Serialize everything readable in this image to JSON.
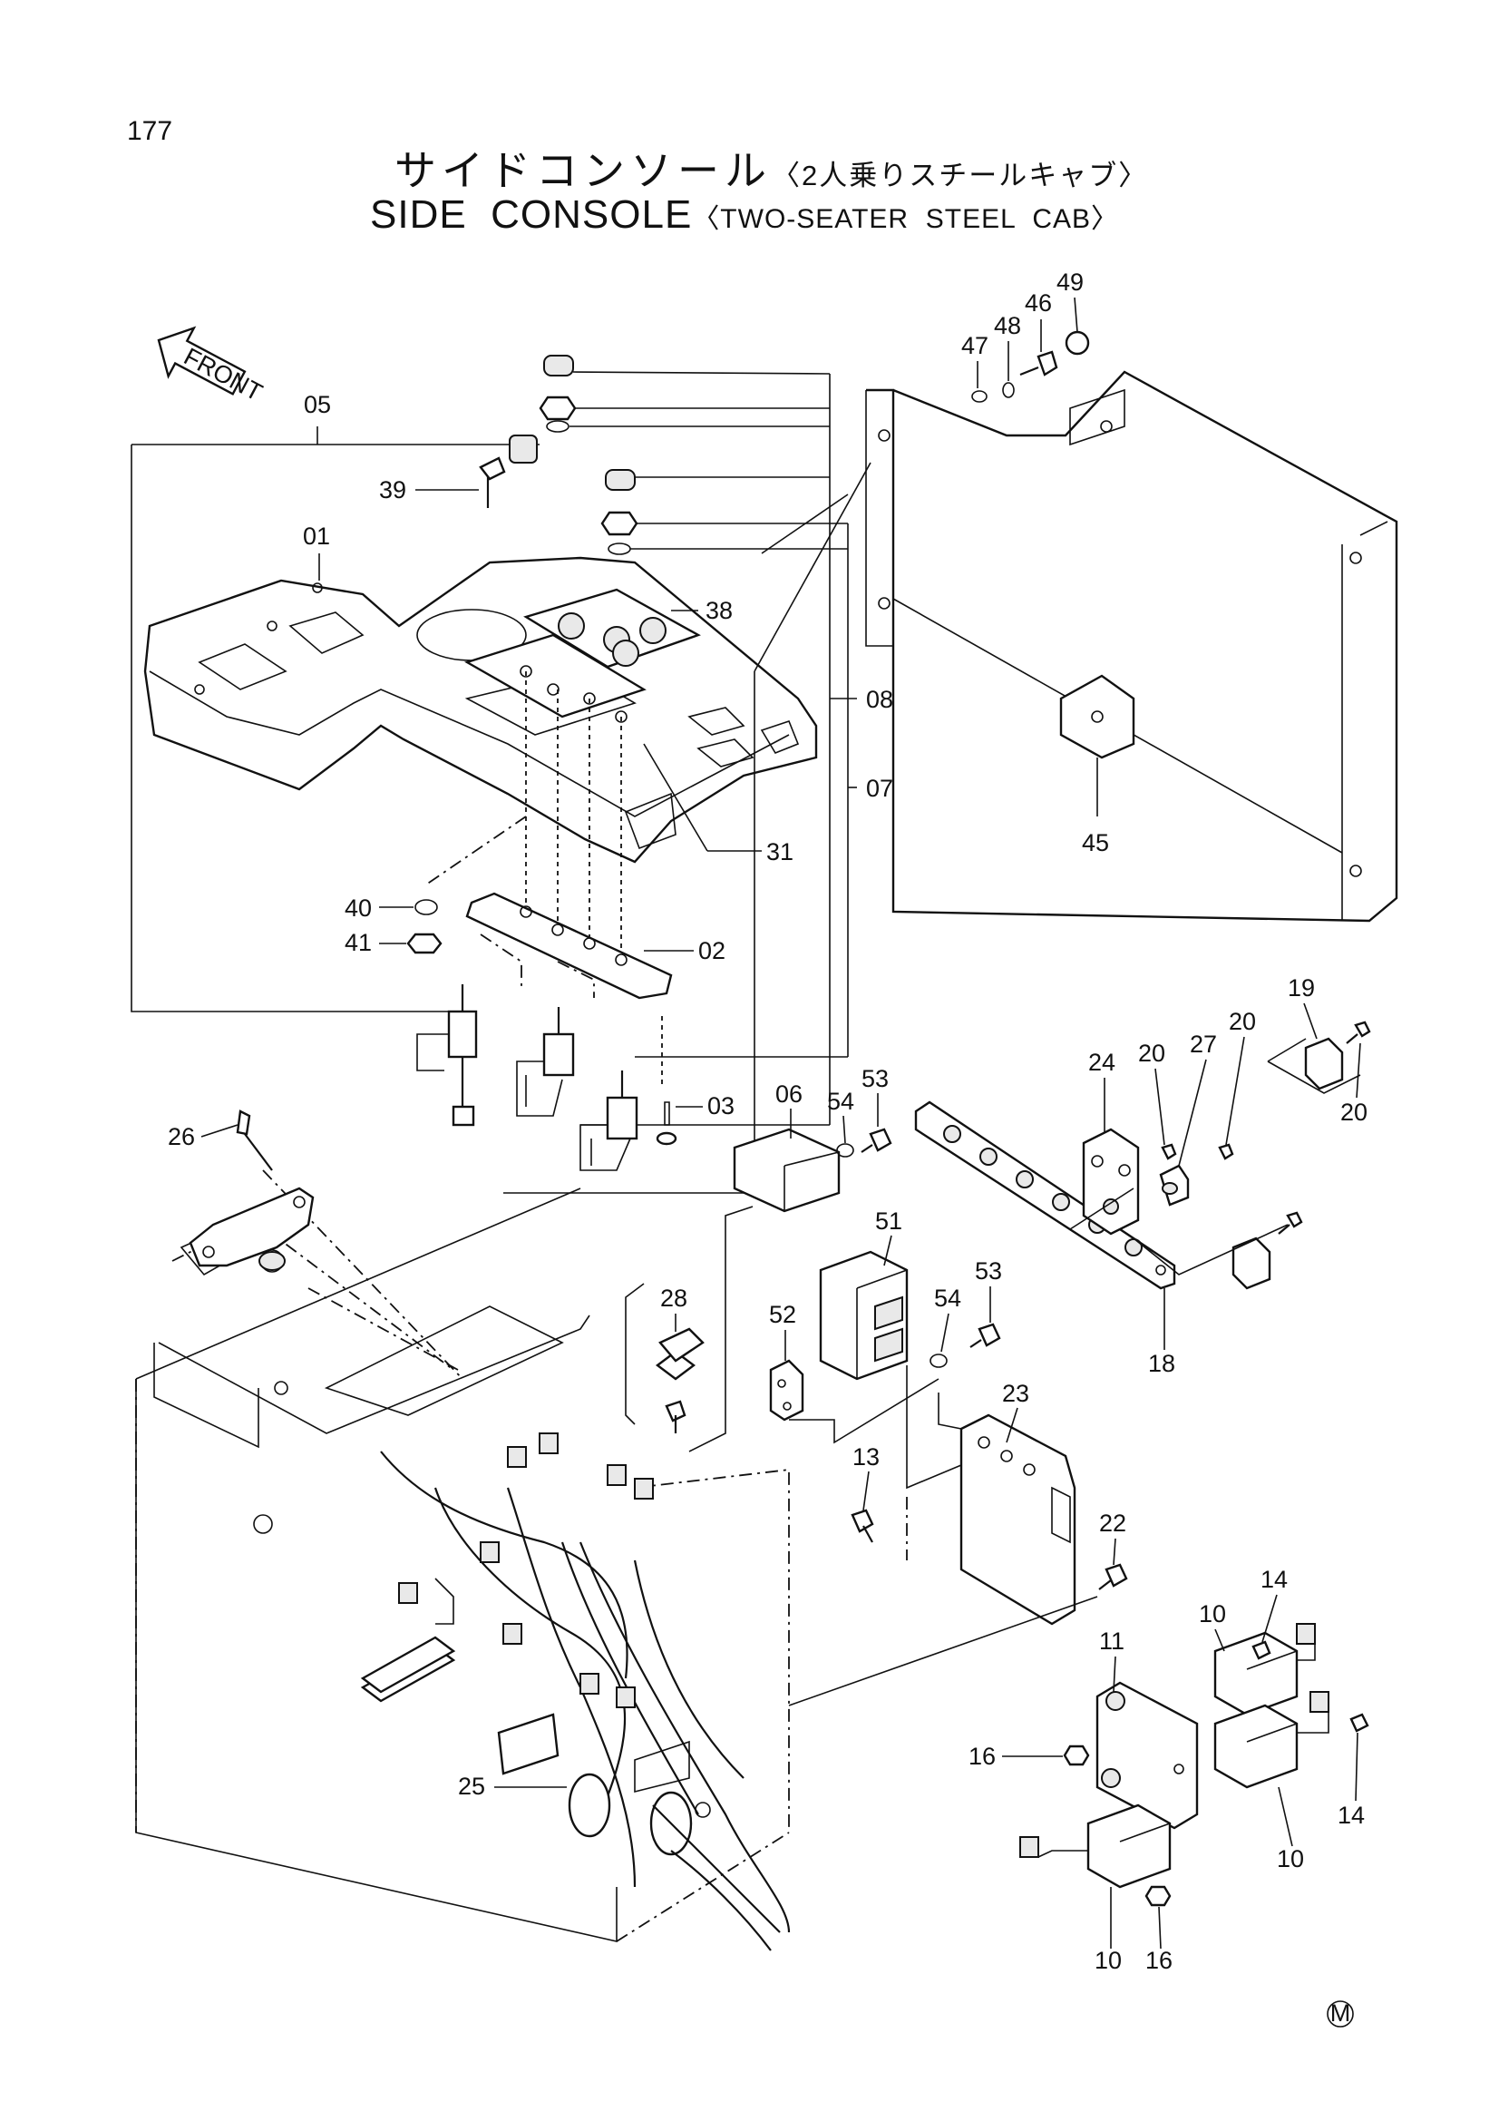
{
  "page": {
    "number": "177",
    "title_ja": "サイドコンソール",
    "subtitle_ja": "〈2人乗りスチールキャブ〉",
    "title_en": "SIDE  CONSOLE",
    "subtitle_en": "〈TWO-SEATER  STEEL  CAB〉"
  },
  "diagram": {
    "direction_label": "FRONT",
    "mark": "M",
    "callouts": [
      {
        "id": "05",
        "label": "05"
      },
      {
        "id": "39",
        "label": "39"
      },
      {
        "id": "01",
        "label": "01"
      },
      {
        "id": "38",
        "label": "38"
      },
      {
        "id": "08",
        "label": "08"
      },
      {
        "id": "07",
        "label": "07"
      },
      {
        "id": "31",
        "label": "31"
      },
      {
        "id": "40",
        "label": "40"
      },
      {
        "id": "41",
        "label": "41"
      },
      {
        "id": "02",
        "label": "02"
      },
      {
        "id": "03",
        "label": "03"
      },
      {
        "id": "47",
        "label": "47"
      },
      {
        "id": "48",
        "label": "48"
      },
      {
        "id": "46",
        "label": "46"
      },
      {
        "id": "49",
        "label": "49"
      },
      {
        "id": "45",
        "label": "45"
      },
      {
        "id": "06",
        "label": "06"
      },
      {
        "id": "54a",
        "label": "54"
      },
      {
        "id": "53a",
        "label": "53"
      },
      {
        "id": "26",
        "label": "26"
      },
      {
        "id": "51",
        "label": "51"
      },
      {
        "id": "53b",
        "label": "53"
      },
      {
        "id": "54b",
        "label": "54"
      },
      {
        "id": "28",
        "label": "28"
      },
      {
        "id": "52",
        "label": "52"
      },
      {
        "id": "24",
        "label": "24"
      },
      {
        "id": "20a",
        "label": "20"
      },
      {
        "id": "27",
        "label": "27"
      },
      {
        "id": "20b",
        "label": "20"
      },
      {
        "id": "19",
        "label": "19"
      },
      {
        "id": "20c",
        "label": "20"
      },
      {
        "id": "18",
        "label": "18"
      },
      {
        "id": "23",
        "label": "23"
      },
      {
        "id": "13",
        "label": "13"
      },
      {
        "id": "22",
        "label": "22"
      },
      {
        "id": "14a",
        "label": "14"
      },
      {
        "id": "10a",
        "label": "10"
      },
      {
        "id": "11",
        "label": "11"
      },
      {
        "id": "16a",
        "label": "16"
      },
      {
        "id": "14b",
        "label": "14"
      },
      {
        "id": "10b",
        "label": "10"
      },
      {
        "id": "25",
        "label": "25"
      },
      {
        "id": "10c",
        "label": "10"
      },
      {
        "id": "16b",
        "label": "16"
      }
    ]
  }
}
